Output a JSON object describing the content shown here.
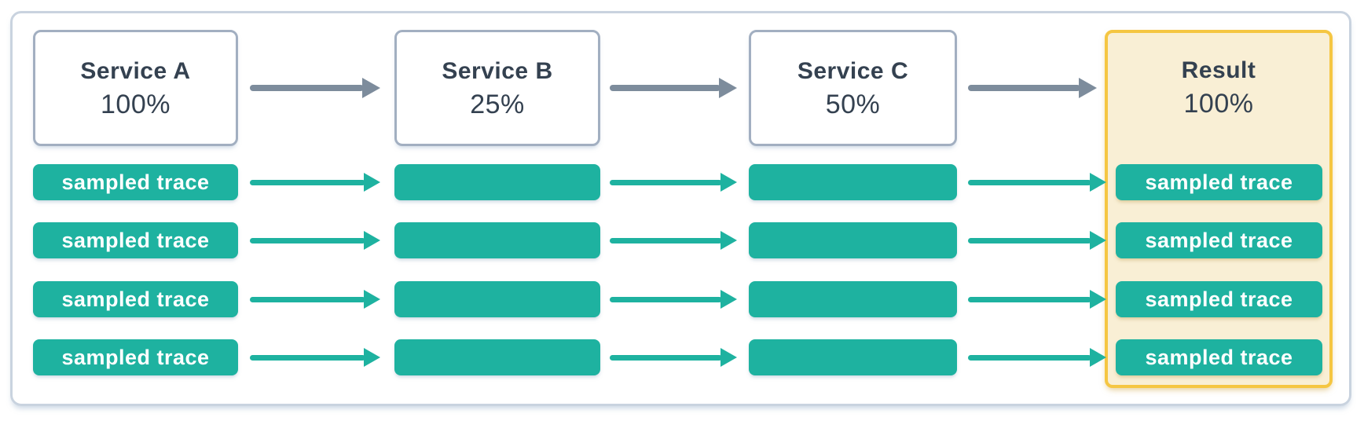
{
  "diagram": {
    "description": "head-based sampling flow across services",
    "columns": [
      {
        "title": "Service A",
        "percentage": "100%",
        "traces": [
          "sampled trace",
          "sampled trace",
          "sampled trace",
          "sampled trace"
        ]
      },
      {
        "title": "Service B",
        "percentage": "25%",
        "traces": [
          "",
          "",
          "",
          ""
        ]
      },
      {
        "title": "Service C",
        "percentage": "50%",
        "traces": [
          "",
          "",
          "",
          ""
        ]
      },
      {
        "title": "Result",
        "percentage": "100%",
        "traces": [
          "sampled trace",
          "sampled trace",
          "sampled trace",
          "sampled trace"
        ]
      }
    ],
    "colors": {
      "teal": "#1EB2A0",
      "arrow_gray": "#7D8C9C",
      "text_dark": "#344150",
      "outer_border": "#C9D3DF",
      "service_border": "#A2AFC1",
      "result_border": "#F5C642",
      "result_fill": "#F9EFD5",
      "trace_text": "#FFFFFF"
    }
  }
}
